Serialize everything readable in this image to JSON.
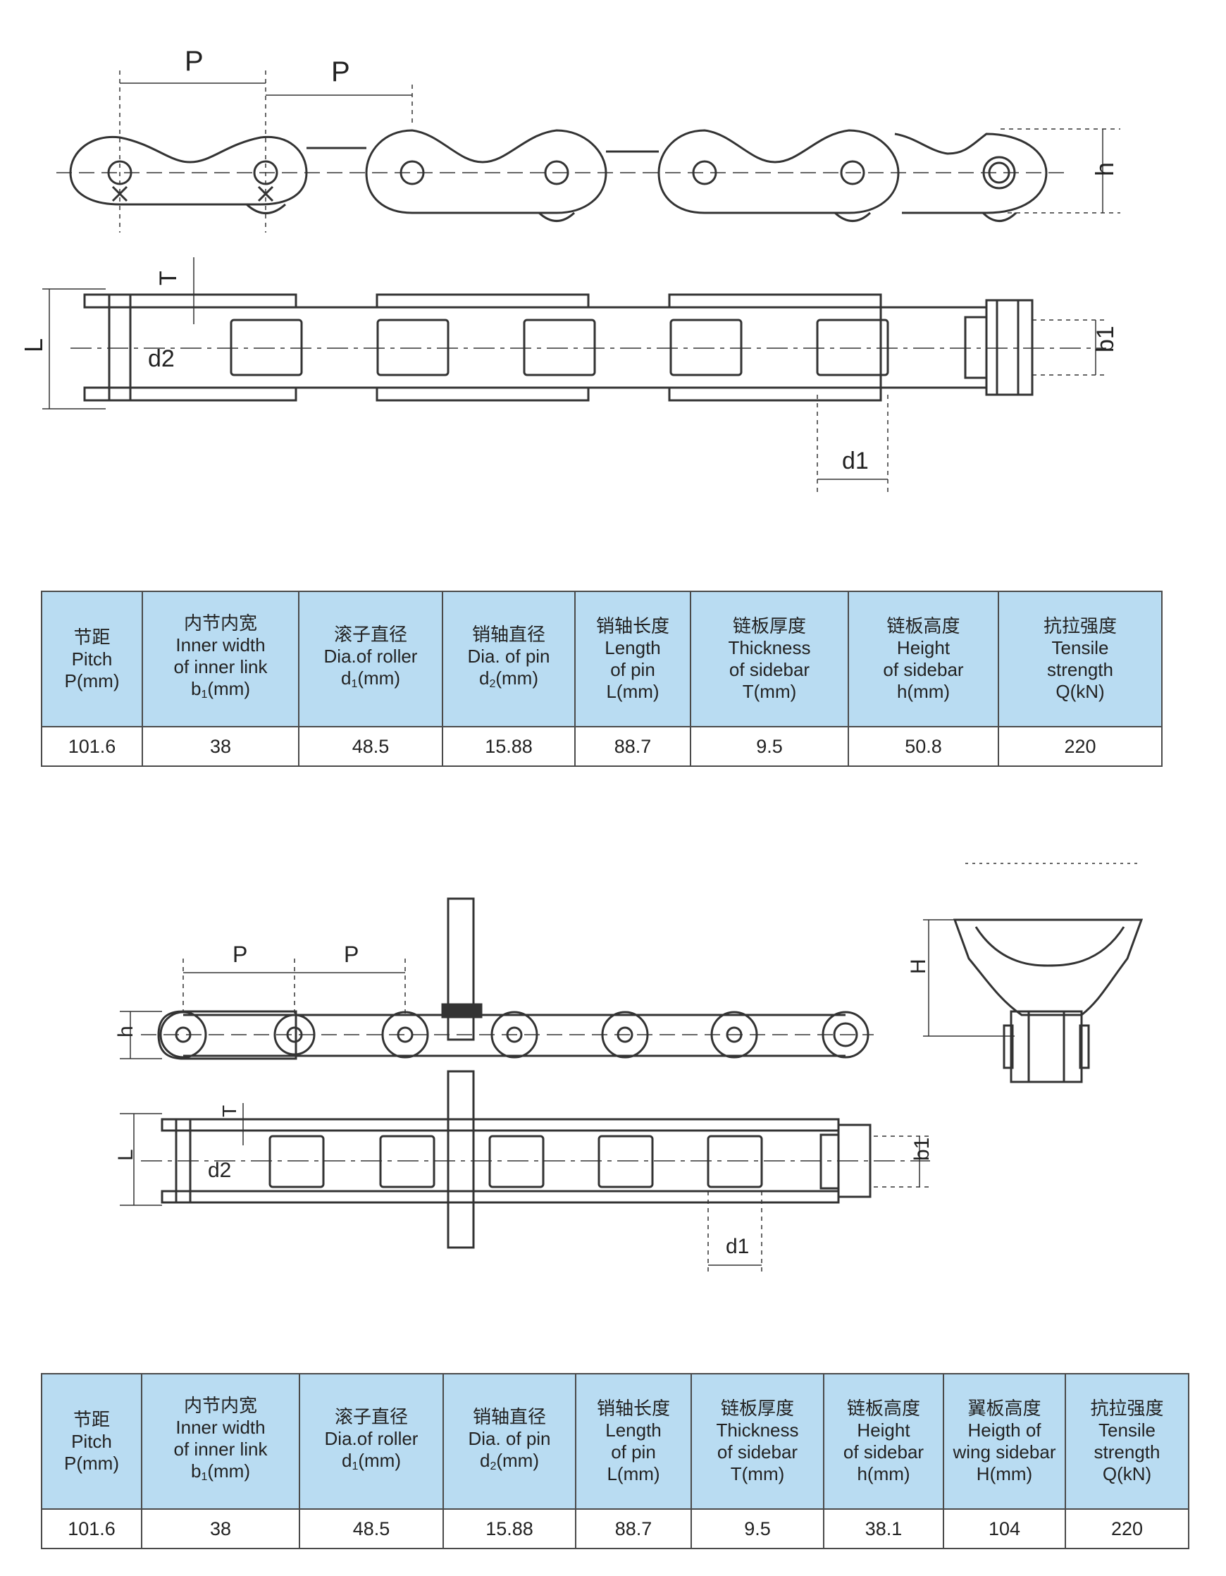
{
  "drawing1": {
    "pitch_label_1": "P",
    "pitch_label_2": "P",
    "height_label": "h",
    "thickness_label": "T",
    "length_label": "L",
    "pin_dia_label": "d2",
    "inner_width_label": "b1",
    "roller_dia_label": "d1"
  },
  "drawing2": {
    "pitch_label_1": "P",
    "pitch_label_2": "P",
    "height_label": "h",
    "thickness_label": "T",
    "length_label": "L",
    "pin_dia_label": "d2",
    "inner_width_label": "b1",
    "roller_dia_label": "d1",
    "wing_height_label": "H"
  },
  "table1": {
    "headers": [
      {
        "cn": "节距",
        "en": [
          "Pitch"
        ],
        "sym": "P",
        "sub": "",
        "unit": "(mm)"
      },
      {
        "cn": "内节内宽",
        "en": [
          "Inner width",
          "of inner link"
        ],
        "sym": "b",
        "sub": "1",
        "unit": "(mm)"
      },
      {
        "cn": "滚子直径",
        "en": [
          "Dia.of roller"
        ],
        "sym": "d",
        "sub": "1",
        "unit": "(mm)"
      },
      {
        "cn": "销轴直径",
        "en": [
          "Dia. of pin"
        ],
        "sym": "d",
        "sub": "2",
        "unit": "(mm)"
      },
      {
        "cn": "销轴长度",
        "en": [
          "Length",
          "of pin"
        ],
        "sym": "L",
        "sub": "",
        "unit": "(mm)"
      },
      {
        "cn": "链板厚度",
        "en": [
          "Thickness",
          "of sidebar"
        ],
        "sym": "T",
        "sub": "",
        "unit": "(mm)"
      },
      {
        "cn": "链板高度",
        "en": [
          "Height",
          "of sidebar"
        ],
        "sym": "h",
        "sub": "",
        "unit": "(mm)"
      },
      {
        "cn": "抗拉强度",
        "en": [
          "Tensile",
          "strength"
        ],
        "sym": "Q",
        "sub": "",
        "unit": "(kN)"
      }
    ],
    "row": [
      "101.6",
      "38",
      "48.5",
      "15.88",
      "88.7",
      "9.5",
      "50.8",
      "220"
    ]
  },
  "table2": {
    "headers": [
      {
        "cn": "节距",
        "en": [
          "Pitch"
        ],
        "sym": "P",
        "sub": "",
        "unit": "(mm)"
      },
      {
        "cn": "内节内宽",
        "en": [
          "Inner width",
          "of inner link"
        ],
        "sym": "b",
        "sub": "1",
        "unit": "(mm)"
      },
      {
        "cn": "滚子直径",
        "en": [
          "Dia.of roller"
        ],
        "sym": "d",
        "sub": "1",
        "unit": "(mm)"
      },
      {
        "cn": "销轴直径",
        "en": [
          "Dia. of pin"
        ],
        "sym": "d",
        "sub": "2",
        "unit": "(mm)"
      },
      {
        "cn": "销轴长度",
        "en": [
          "Length",
          "of pin"
        ],
        "sym": "L",
        "sub": "",
        "unit": "(mm)"
      },
      {
        "cn": "链板厚度",
        "en": [
          "Thickness",
          "of sidebar"
        ],
        "sym": "T",
        "sub": "",
        "unit": "(mm)"
      },
      {
        "cn": "链板高度",
        "en": [
          "Height",
          "of sidebar"
        ],
        "sym": "h",
        "sub": "",
        "unit": "(mm)"
      },
      {
        "cn": "翼板高度",
        "en": [
          "Heigth of",
          "wing sidebar"
        ],
        "sym": "H",
        "sub": "",
        "unit": "(mm)"
      },
      {
        "cn": "抗拉强度",
        "en": [
          "Tensile",
          "strength"
        ],
        "sym": "Q",
        "sub": "",
        "unit": "(kN)"
      }
    ],
    "row": [
      "101.6",
      "38",
      "48.5",
      "15.88",
      "88.7",
      "9.5",
      "38.1",
      "104",
      "220"
    ]
  }
}
